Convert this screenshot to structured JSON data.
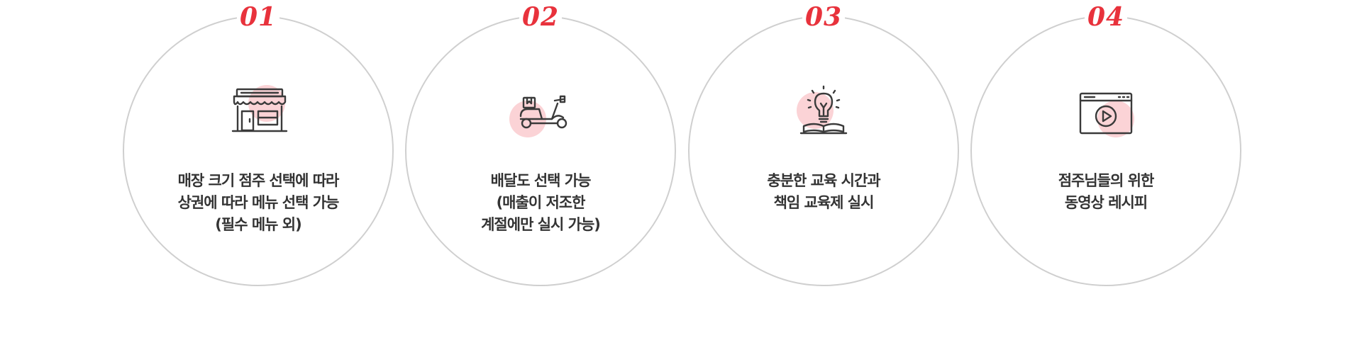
{
  "features": [
    {
      "number": "01",
      "icon": "storefront-icon",
      "lines": [
        "매장 크기 점주 선택에 따라",
        "상권에 따라 메뉴 선택 가능",
        "(필수 메뉴 외)"
      ]
    },
    {
      "number": "02",
      "icon": "delivery-scooter-icon",
      "lines": [
        "배달도 선택 가능",
        "(매출이 저조한",
        "계절에만 실시 가능)"
      ]
    },
    {
      "number": "03",
      "icon": "lightbulb-book-icon",
      "lines": [
        "충분한 교육 시간과",
        "책임 교육제 실시"
      ]
    },
    {
      "number": "04",
      "icon": "video-player-icon",
      "lines": [
        "점주님들의 위한",
        "동영상 레시피"
      ]
    }
  ],
  "colors": {
    "accent": "#e8323c",
    "accent_soft": "#fbd3d6",
    "circle_border": "#cfcfcf",
    "text": "#333333",
    "icon_stroke": "#3a3a3a"
  }
}
